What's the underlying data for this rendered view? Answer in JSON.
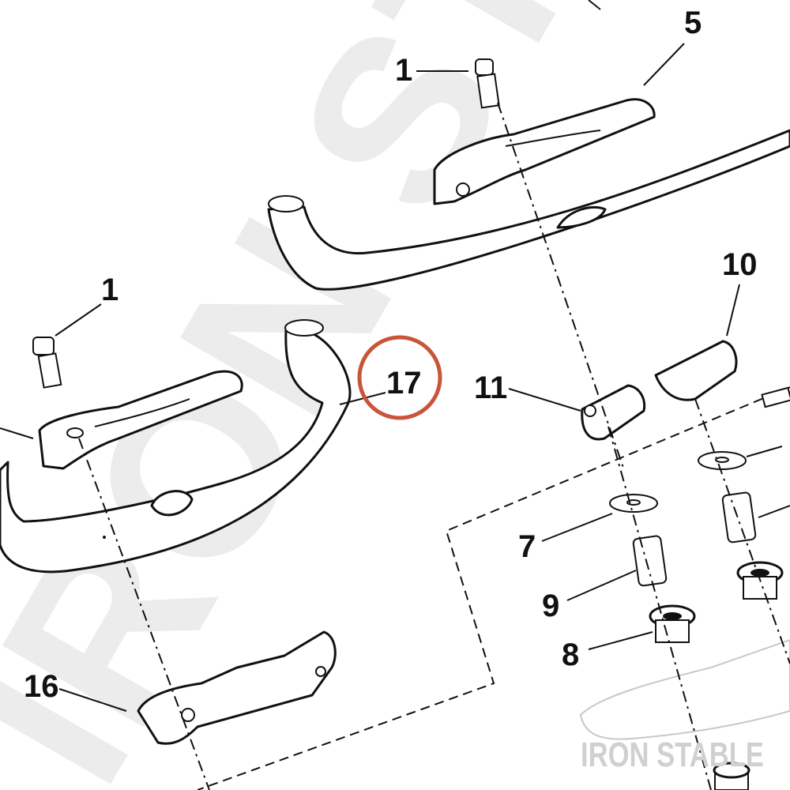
{
  "callouts": {
    "c1_top": "1",
    "c5": "5",
    "c1_left": "1",
    "c10": "10",
    "c17": "17",
    "c11": "11",
    "c7": "7",
    "c9": "9",
    "c8": "8",
    "c16": "16"
  },
  "watermark": {
    "text": "IRON STABLE"
  },
  "colors": {
    "highlight_circle": "#c8553a",
    "line": "#111111",
    "watermark": "#ececec",
    "brand": "#d0d0d0"
  }
}
